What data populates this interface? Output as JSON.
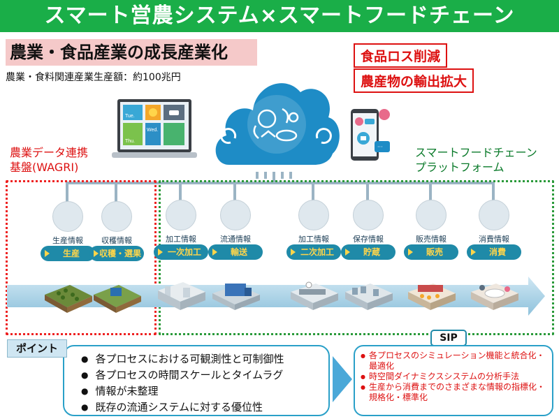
{
  "title": "スマート営農システム×スマートフードチェーン",
  "growth": {
    "heading": "農業・食品産業の成長産業化",
    "subtext": "農業・食料関連産業生産額：約100兆円"
  },
  "goals": [
    "食品ロス削減",
    "農産物の輸出拡大"
  ],
  "wagri": {
    "line1": "農業データ連携",
    "line2": "基盤(WAGRI)"
  },
  "sfc": {
    "line1": "スマートフードチェーン",
    "line2": "プラットフォーム"
  },
  "laptop": {
    "tile_labels": [
      "Tue.",
      "Wed.",
      "Thu."
    ]
  },
  "processes": [
    {
      "id": "production",
      "head": "生産情報",
      "label": "生産"
    },
    {
      "id": "harvest",
      "head": "収穫情報",
      "label": "収穫・選果"
    },
    {
      "id": "primary",
      "head": "加工情報",
      "label": "一次加工"
    },
    {
      "id": "distribution",
      "head": "流通情報",
      "label": "輸送"
    },
    {
      "id": "secondary",
      "head": "加工情報",
      "label": "二次加工"
    },
    {
      "id": "storage",
      "head": "保存情報",
      "label": "貯蔵"
    },
    {
      "id": "sales",
      "head": "販売情報",
      "label": "販売"
    },
    {
      "id": "consumption",
      "head": "消費情報",
      "label": "消費"
    }
  ],
  "sip_label": "SIP",
  "point": {
    "tag": "ポイント",
    "items": [
      "各プロセスにおける可観測性と可制御性",
      "各プロセスの時間スケールとタイムラグ",
      "情報が未整理",
      "既存の流通システムに対する優位性"
    ]
  },
  "sip_items": [
    "各プロセスのシミュレーション機能と統合化・最適化",
    "時空間ダイナミクスシステムの分析手法",
    "生産から消費までのさまざまな情報の指標化・規格化・標準化"
  ],
  "colors": {
    "title_bg": "#1aae48",
    "growth_bg": "#f5c9c9",
    "red": "#dd1111",
    "green": "#2a9a3a",
    "teal": "#1f8aa8",
    "pill_text": "#ffd54a"
  }
}
